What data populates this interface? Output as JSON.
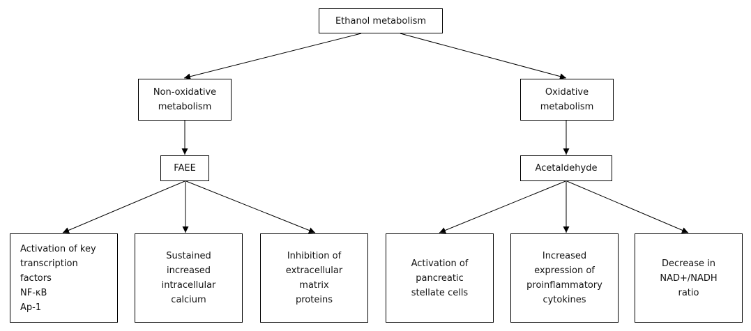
{
  "diagram": {
    "root": "Ethanol metabolism",
    "non_oxidative": "Non-oxidative\nmetabolism",
    "oxidative": "Oxidative\nmetabolism",
    "faee": "FAEE",
    "acetaldehyde": "Acetaldehyde",
    "faee_effects": [
      "Activation of key\ntranscription\nfactors\nNF-κB\nAp-1",
      "Sustained\nincreased\nintracellular\ncalcium",
      "Inhibition of\nextracellular\nmatrix\nproteins"
    ],
    "acetaldehyde_effects": [
      "Activation of\npancreatic\nstellate cells",
      "Increased\nexpression of\nproinflammatory\ncytokines",
      "Decrease in\nNAD+/NADH\nratio"
    ]
  }
}
